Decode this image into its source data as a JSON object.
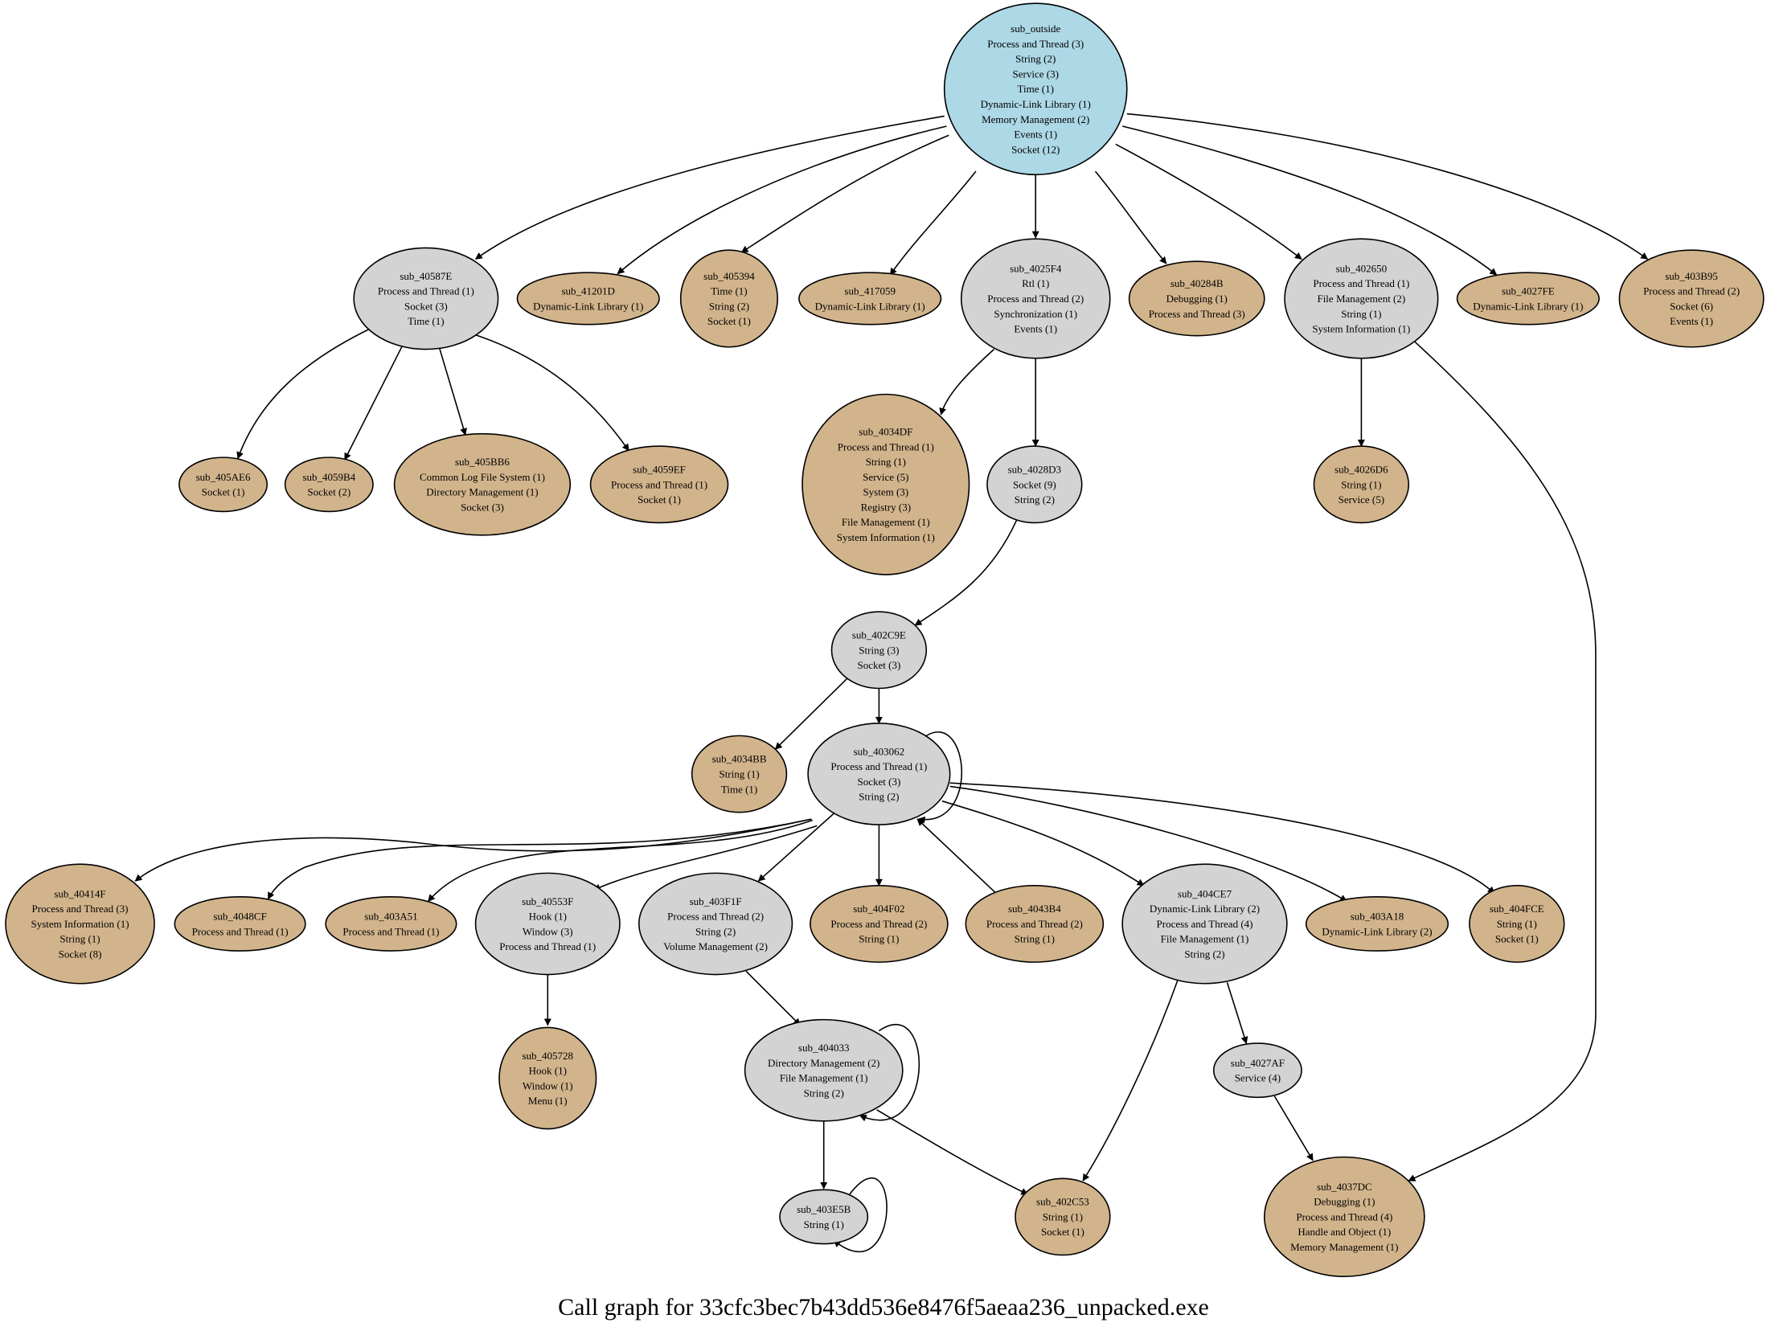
{
  "caption": "Call graph for 33cfc3bec7b43dd536e8476f5aeaa236_unpacked.exe",
  "colors": {
    "root": "#add8e6",
    "internal": "#d3d3d3",
    "leaf": "#d2b48c",
    "stroke": "#000000"
  },
  "nodes": [
    {
      "id": "sub_outside",
      "kind": "root",
      "lines": [
        "sub_outside",
        "Process and Thread (3)",
        "String (2)",
        "Service (3)",
        "Time (1)",
        "Dynamic-Link Library (1)",
        "Memory Management (2)",
        "Events (1)",
        "Socket (12)"
      ]
    },
    {
      "id": "sub_40587E",
      "kind": "internal",
      "lines": [
        "sub_40587E",
        "Process and Thread (1)",
        "Socket (3)",
        "Time (1)"
      ]
    },
    {
      "id": "sub_41201D",
      "kind": "leaf",
      "lines": [
        "sub_41201D",
        "Dynamic-Link Library (1)"
      ]
    },
    {
      "id": "sub_405394",
      "kind": "leaf",
      "lines": [
        "sub_405394",
        "Time (1)",
        "String (2)",
        "Socket (1)"
      ]
    },
    {
      "id": "sub_417059",
      "kind": "leaf",
      "lines": [
        "sub_417059",
        "Dynamic-Link Library (1)"
      ]
    },
    {
      "id": "sub_4025F4",
      "kind": "internal",
      "lines": [
        "sub_4025F4",
        "Rtl (1)",
        "Process and Thread (2)",
        "Synchronization (1)",
        "Events (1)"
      ]
    },
    {
      "id": "sub_40284B",
      "kind": "leaf",
      "lines": [
        "sub_40284B",
        "Debugging (1)",
        "Process and Thread (3)"
      ]
    },
    {
      "id": "sub_402650",
      "kind": "internal",
      "lines": [
        "sub_402650",
        "Process and Thread (1)",
        "File Management (2)",
        "String (1)",
        "System Information (1)"
      ]
    },
    {
      "id": "sub_4027FE",
      "kind": "leaf",
      "lines": [
        "sub_4027FE",
        "Dynamic-Link Library (1)"
      ]
    },
    {
      "id": "sub_403B95",
      "kind": "leaf",
      "lines": [
        "sub_403B95",
        "Process and Thread (2)",
        "Socket (6)",
        "Events (1)"
      ]
    },
    {
      "id": "sub_405AE6",
      "kind": "leaf",
      "lines": [
        "sub_405AE6",
        "Socket (1)"
      ]
    },
    {
      "id": "sub_4059B4",
      "kind": "leaf",
      "lines": [
        "sub_4059B4",
        "Socket (2)"
      ]
    },
    {
      "id": "sub_405BB6",
      "kind": "leaf",
      "lines": [
        "sub_405BB6",
        "Common Log File System (1)",
        "Directory Management (1)",
        "Socket (3)"
      ]
    },
    {
      "id": "sub_4059EF",
      "kind": "leaf",
      "lines": [
        "sub_4059EF",
        "Process and Thread (1)",
        "Socket (1)"
      ]
    },
    {
      "id": "sub_4034DF",
      "kind": "leaf",
      "lines": [
        "sub_4034DF",
        "Process and Thread (1)",
        "String (1)",
        "Service (5)",
        "System (3)",
        "Registry (3)",
        "File Management (1)",
        "System Information (1)"
      ]
    },
    {
      "id": "sub_4028D3",
      "kind": "internal",
      "lines": [
        "sub_4028D3",
        "Socket (9)",
        "String (2)"
      ]
    },
    {
      "id": "sub_4026D6",
      "kind": "leaf",
      "lines": [
        "sub_4026D6",
        "String (1)",
        "Service (5)"
      ]
    },
    {
      "id": "sub_402C9E",
      "kind": "internal",
      "lines": [
        "sub_402C9E",
        "String (3)",
        "Socket (3)"
      ]
    },
    {
      "id": "sub_4034BB",
      "kind": "leaf",
      "lines": [
        "sub_4034BB",
        "String (1)",
        "Time (1)"
      ]
    },
    {
      "id": "sub_403062",
      "kind": "internal",
      "lines": [
        "sub_403062",
        "Process and Thread (1)",
        "Socket (3)",
        "String (2)"
      ]
    },
    {
      "id": "sub_40414F",
      "kind": "leaf",
      "lines": [
        "sub_40414F",
        "Process and Thread (3)",
        "System Information (1)",
        "String (1)",
        "Socket (8)"
      ]
    },
    {
      "id": "sub_4048CF",
      "kind": "leaf",
      "lines": [
        "sub_4048CF",
        "Process and Thread (1)"
      ]
    },
    {
      "id": "sub_403A51",
      "kind": "leaf",
      "lines": [
        "sub_403A51",
        "Process and Thread (1)"
      ]
    },
    {
      "id": "sub_40553F",
      "kind": "internal",
      "lines": [
        "sub_40553F",
        "Hook (1)",
        "Window (3)",
        "Process and Thread (1)"
      ]
    },
    {
      "id": "sub_403F1F",
      "kind": "internal",
      "lines": [
        "sub_403F1F",
        "Process and Thread (2)",
        "String (2)",
        "Volume Management (2)"
      ]
    },
    {
      "id": "sub_404F02",
      "kind": "leaf",
      "lines": [
        "sub_404F02",
        "Process and Thread (2)",
        "String (1)"
      ]
    },
    {
      "id": "sub_4043B4",
      "kind": "leaf",
      "lines": [
        "sub_4043B4",
        "Process and Thread (2)",
        "String (1)"
      ]
    },
    {
      "id": "sub_404CE7",
      "kind": "internal",
      "lines": [
        "sub_404CE7",
        "Dynamic-Link Library (2)",
        "Process and Thread (4)",
        "File Management (1)",
        "String (2)"
      ]
    },
    {
      "id": "sub_403A18",
      "kind": "leaf",
      "lines": [
        "sub_403A18",
        "Dynamic-Link Library (2)"
      ]
    },
    {
      "id": "sub_404FCE",
      "kind": "leaf",
      "lines": [
        "sub_404FCE",
        "String (1)",
        "Socket (1)"
      ]
    },
    {
      "id": "sub_405728",
      "kind": "leaf",
      "lines": [
        "sub_405728",
        "Hook (1)",
        "Window (1)",
        "Menu (1)"
      ]
    },
    {
      "id": "sub_404033",
      "kind": "internal",
      "lines": [
        "sub_404033",
        "Directory Management (2)",
        "File Management (1)",
        "String (2)"
      ]
    },
    {
      "id": "sub_4027AF",
      "kind": "internal",
      "lines": [
        "sub_4027AF",
        "Service (4)"
      ]
    },
    {
      "id": "sub_403E5B",
      "kind": "internal",
      "lines": [
        "sub_403E5B",
        "String (1)"
      ]
    },
    {
      "id": "sub_402C53",
      "kind": "leaf",
      "lines": [
        "sub_402C53",
        "String (1)",
        "Socket (1)"
      ]
    },
    {
      "id": "sub_4037DC",
      "kind": "leaf",
      "lines": [
        "sub_4037DC",
        "Debugging (1)",
        "Process and Thread (4)",
        "Handle and Object (1)",
        "Memory Management (1)"
      ]
    }
  ],
  "edges": [
    {
      "from": "sub_outside",
      "to": "sub_40587E"
    },
    {
      "from": "sub_outside",
      "to": "sub_41201D"
    },
    {
      "from": "sub_outside",
      "to": "sub_405394"
    },
    {
      "from": "sub_outside",
      "to": "sub_417059"
    },
    {
      "from": "sub_outside",
      "to": "sub_4025F4"
    },
    {
      "from": "sub_outside",
      "to": "sub_40284B"
    },
    {
      "from": "sub_outside",
      "to": "sub_402650"
    },
    {
      "from": "sub_outside",
      "to": "sub_4027FE"
    },
    {
      "from": "sub_outside",
      "to": "sub_403B95"
    },
    {
      "from": "sub_40587E",
      "to": "sub_405AE6"
    },
    {
      "from": "sub_40587E",
      "to": "sub_4059B4"
    },
    {
      "from": "sub_40587E",
      "to": "sub_405BB6"
    },
    {
      "from": "sub_40587E",
      "to": "sub_4059EF"
    },
    {
      "from": "sub_4025F4",
      "to": "sub_4034DF"
    },
    {
      "from": "sub_4025F4",
      "to": "sub_4028D3"
    },
    {
      "from": "sub_402650",
      "to": "sub_4026D6"
    },
    {
      "from": "sub_402650",
      "to": "sub_4037DC"
    },
    {
      "from": "sub_4028D3",
      "to": "sub_402C9E"
    },
    {
      "from": "sub_402C9E",
      "to": "sub_4034BB"
    },
    {
      "from": "sub_402C9E",
      "to": "sub_403062"
    },
    {
      "from": "sub_403062",
      "to": "sub_403062"
    },
    {
      "from": "sub_403062",
      "to": "sub_40414F"
    },
    {
      "from": "sub_403062",
      "to": "sub_4048CF"
    },
    {
      "from": "sub_403062",
      "to": "sub_403A51"
    },
    {
      "from": "sub_403062",
      "to": "sub_40553F"
    },
    {
      "from": "sub_403062",
      "to": "sub_403F1F"
    },
    {
      "from": "sub_403062",
      "to": "sub_404F02"
    },
    {
      "from": "sub_4043B4",
      "to": "sub_403062"
    },
    {
      "from": "sub_403062",
      "to": "sub_404CE7"
    },
    {
      "from": "sub_403062",
      "to": "sub_403A18"
    },
    {
      "from": "sub_403062",
      "to": "sub_404FCE"
    },
    {
      "from": "sub_40553F",
      "to": "sub_405728"
    },
    {
      "from": "sub_403F1F",
      "to": "sub_404033"
    },
    {
      "from": "sub_404033",
      "to": "sub_404033"
    },
    {
      "from": "sub_404033",
      "to": "sub_403E5B"
    },
    {
      "from": "sub_404033",
      "to": "sub_402C53"
    },
    {
      "from": "sub_403E5B",
      "to": "sub_403E5B"
    },
    {
      "from": "sub_404CE7",
      "to": "sub_402C53"
    },
    {
      "from": "sub_404CE7",
      "to": "sub_4027AF"
    },
    {
      "from": "sub_4027AF",
      "to": "sub_4037DC"
    }
  ]
}
